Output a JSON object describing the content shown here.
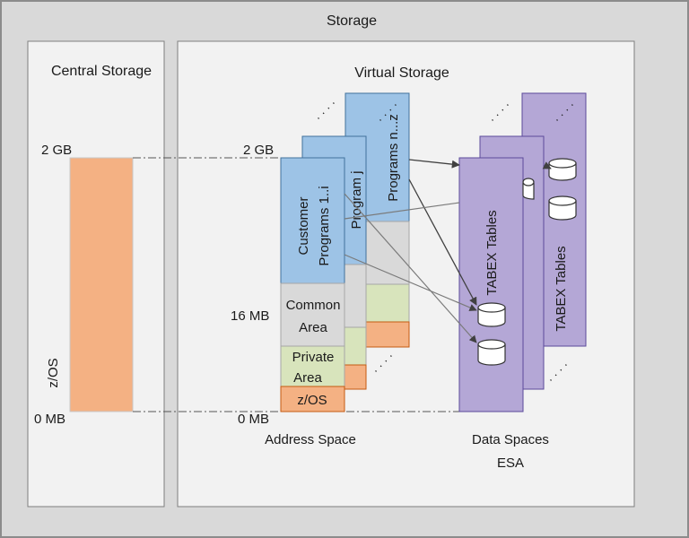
{
  "title": "Storage",
  "central": {
    "title": "Central Storage",
    "top_label": "2 GB",
    "bottom_label": "0 MB",
    "region_label": "z/OS"
  },
  "virtual": {
    "title": "Virtual Storage",
    "top_label": "2 GB",
    "mid_label": "16 MB",
    "bottom_label": "0 MB"
  },
  "address_space": {
    "caption": "Address Space",
    "customer_programs_line1": "Customer",
    "customer_programs_line2": "Programs 1..i",
    "program_j": "Program j",
    "programs_n": "Programs n...z",
    "common_line1": "Common",
    "common_line2": "Area",
    "private_line1": "Private",
    "private_line2": "Area",
    "zos": "z/OS",
    "ellipsis": "· · · ·"
  },
  "data_spaces": {
    "caption_line1": "Data Spaces",
    "caption_line2": "ESA",
    "front_label": "TABEX Tables",
    "back_label": "TABEX Tables",
    "ellipsis": "· · · ·"
  },
  "colors": {
    "outer_bg": "#d9d9d9",
    "panel_bg": "#f2f2f2",
    "panel_border": "#7f7f7f",
    "program_blue": "#9dc3e6",
    "program_border": "#41719c",
    "orange": "#f4b183",
    "orange_border": "#c55a11",
    "common_gray": "#d9d9d9",
    "private_green": "#d8e4bc",
    "data_space_purple": "#b4a7d6",
    "data_space_border": "#5b4a9b",
    "line": "#404040"
  }
}
